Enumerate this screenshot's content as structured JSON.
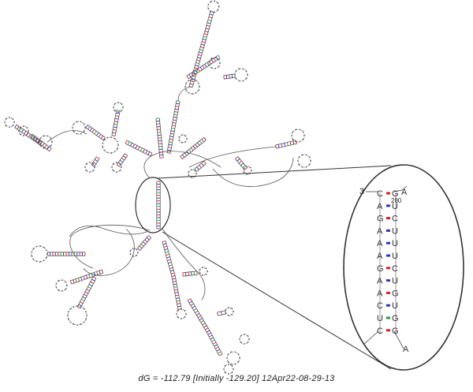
{
  "caption": "dG = -112.79 [Initially -129.20] 12Apr22-08-29-13",
  "inset": {
    "five_prime_label": "3'",
    "loop_base": "A",
    "index_label": "280",
    "bottom_base": "A",
    "left_strand": [
      "C",
      "A",
      "G",
      "A",
      "A",
      "A",
      "G",
      "A",
      "A",
      "C",
      "U",
      "C"
    ],
    "right_strand": [
      "G",
      "U",
      "C",
      "U",
      "U",
      "U",
      "C",
      "U",
      "G",
      "U",
      "G",
      "G"
    ],
    "pair_types": [
      "gc",
      "au",
      "gc",
      "au",
      "au",
      "au",
      "gc",
      "au",
      "gc",
      "au",
      "gu",
      "gc"
    ]
  },
  "colors": {
    "backbone": "#555555",
    "gc_pair": "#d42020",
    "au_pair": "#2a35b8",
    "gu_pair": "#2a9a3a",
    "caption_text": "#222222"
  }
}
